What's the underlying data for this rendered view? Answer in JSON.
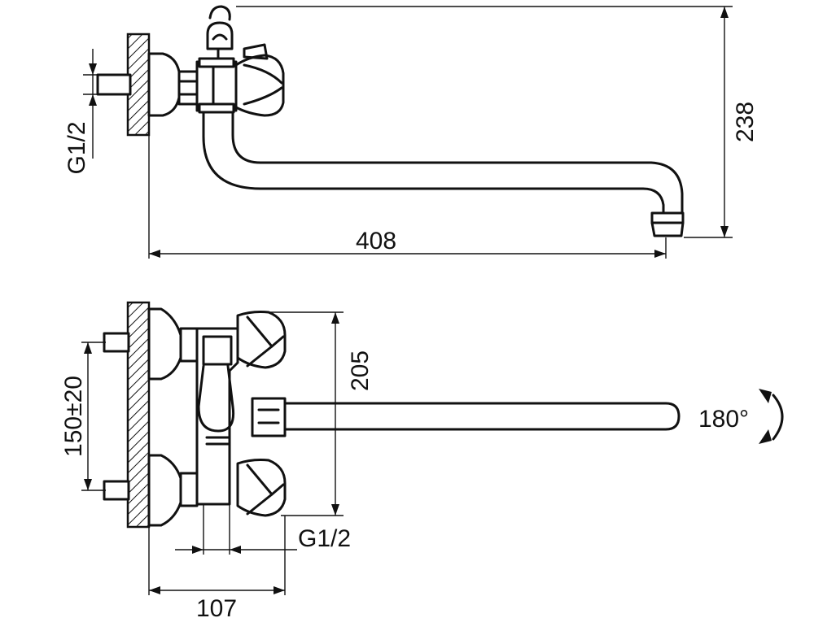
{
  "top_view": {
    "dims": {
      "height": "238",
      "length": "408",
      "thread": "G1/2"
    }
  },
  "front_view": {
    "dims": {
      "height": "205",
      "spacing": "150±20",
      "depth": "107",
      "thread": "G1/2",
      "rotation": "180°"
    }
  },
  "colors": {
    "line": "#111111",
    "background": "#ffffff"
  }
}
